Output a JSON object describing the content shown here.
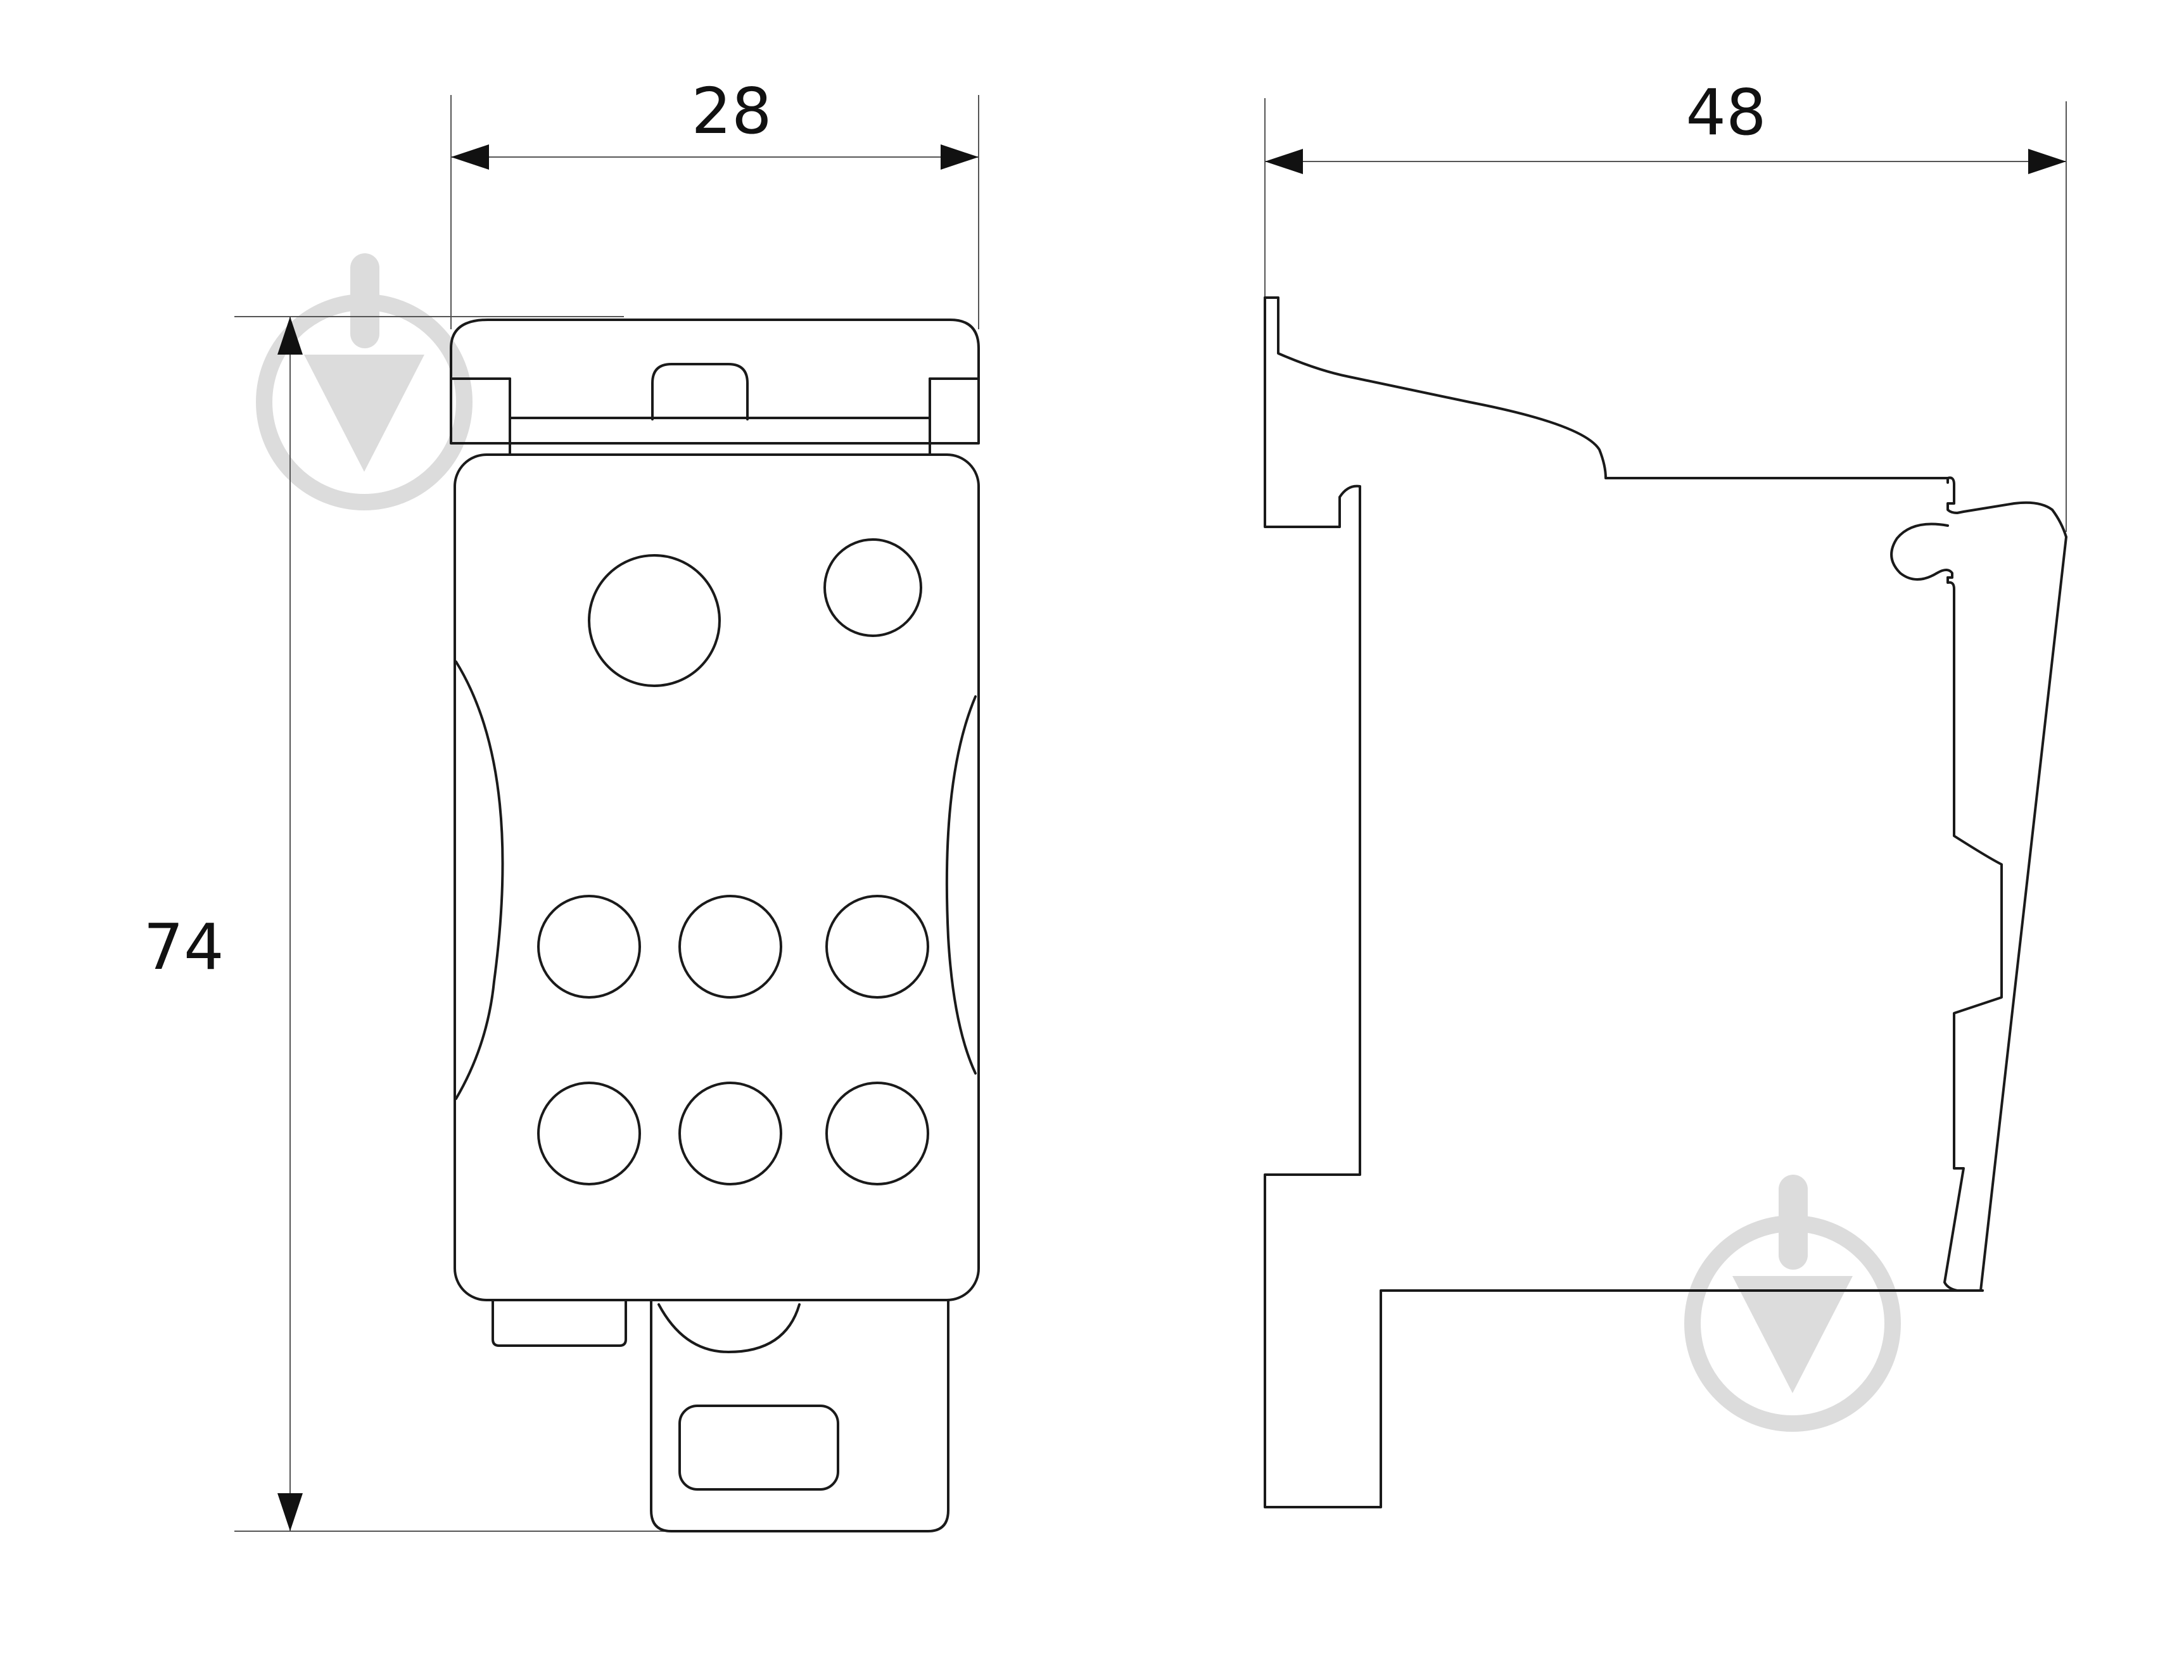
{
  "dimensions": {
    "front_width": "28",
    "height": "74",
    "side_depth": "48"
  },
  "colors": {
    "line": "#1a1a1a",
    "extension_line": "#555555",
    "watermark": "#dcdcdc",
    "background": "#ffffff"
  },
  "watermark_icon": "circle-down-arrow-icon"
}
